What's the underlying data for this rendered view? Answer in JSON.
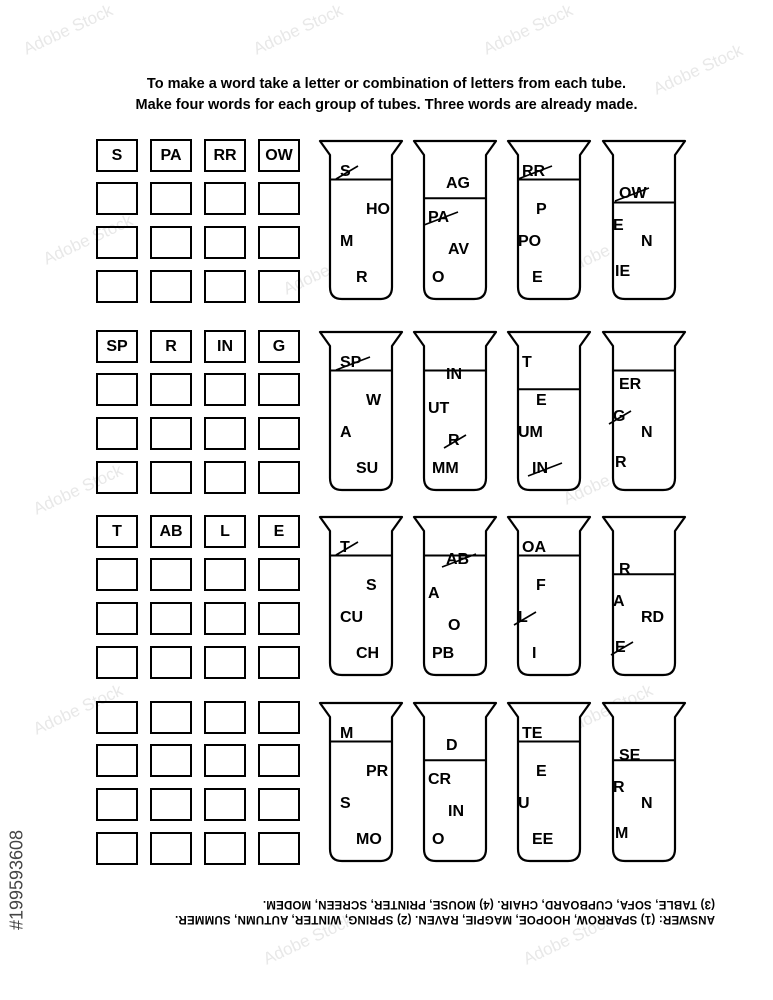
{
  "instructions": {
    "line1": "To make a word take a letter or combination of letters from each tube.",
    "line2": "Make four words for each group of tubes. Three words are already made."
  },
  "groups": [
    {
      "word_cells": [
        [
          "S",
          "PA",
          "RR",
          "OW"
        ],
        [
          "",
          "",
          "",
          ""
        ],
        [
          "",
          "",
          "",
          ""
        ],
        [
          "",
          "",
          "",
          ""
        ]
      ],
      "tubes": [
        {
          "level": 0.17,
          "labels": [
            {
              "t": "S",
              "crossed": true
            },
            {
              "t": "HO"
            },
            {
              "t": "M"
            },
            {
              "t": "R"
            }
          ]
        },
        {
          "level": 0.3,
          "labels": [
            {
              "t": "AG"
            },
            {
              "t": "PA",
              "crossed": true
            },
            {
              "t": "AV"
            },
            {
              "t": "O"
            }
          ]
        },
        {
          "level": 0.17,
          "labels": [
            {
              "t": "RR",
              "crossed": true
            },
            {
              "t": "P"
            },
            {
              "t": "PO"
            },
            {
              "t": "E"
            }
          ]
        },
        {
          "level": 0.33,
          "labels": [
            {
              "t": "OW",
              "crossed": true
            },
            {
              "t": "E"
            },
            {
              "t": "N"
            },
            {
              "t": "IE"
            }
          ]
        }
      ]
    },
    {
      "word_cells": [
        [
          "SP",
          "R",
          "IN",
          "G"
        ],
        [
          "",
          "",
          "",
          ""
        ],
        [
          "",
          "",
          "",
          ""
        ],
        [
          "",
          "",
          "",
          ""
        ]
      ],
      "tubes": [
        {
          "level": 0.17,
          "labels": [
            {
              "t": "SP",
              "crossed": true
            },
            {
              "t": "W"
            },
            {
              "t": "A"
            },
            {
              "t": "SU"
            }
          ]
        },
        {
          "level": 0.17,
          "labels": [
            {
              "t": "IN"
            },
            {
              "t": "UT"
            },
            {
              "t": "R",
              "crossed": true
            },
            {
              "t": "MM"
            }
          ]
        },
        {
          "level": 0.3,
          "labels": [
            {
              "t": "T"
            },
            {
              "t": "E"
            },
            {
              "t": "UM"
            },
            {
              "t": "IN",
              "crossed": true
            }
          ]
        },
        {
          "level": 0.17,
          "labels": [
            {
              "t": "ER"
            },
            {
              "t": "G",
              "crossed": true
            },
            {
              "t": "N"
            },
            {
              "t": "R"
            }
          ]
        }
      ]
    },
    {
      "word_cells": [
        [
          "T",
          "AB",
          "L",
          "E"
        ],
        [
          "",
          "",
          "",
          ""
        ],
        [
          "",
          "",
          "",
          ""
        ],
        [
          "",
          "",
          "",
          ""
        ]
      ],
      "tubes": [
        {
          "level": 0.17,
          "labels": [
            {
              "t": "T",
              "crossed": true
            },
            {
              "t": "S"
            },
            {
              "t": "CU"
            },
            {
              "t": "CH"
            }
          ]
        },
        {
          "level": 0.17,
          "labels": [
            {
              "t": "AB",
              "crossed": true
            },
            {
              "t": "A"
            },
            {
              "t": "O"
            },
            {
              "t": "PB"
            }
          ]
        },
        {
          "level": 0.17,
          "labels": [
            {
              "t": "OA"
            },
            {
              "t": "F"
            },
            {
              "t": "L",
              "crossed": true
            },
            {
              "t": "I"
            }
          ]
        },
        {
          "level": 0.3,
          "labels": [
            {
              "t": "R"
            },
            {
              "t": "A"
            },
            {
              "t": "RD"
            },
            {
              "t": "E",
              "crossed": true
            }
          ]
        }
      ]
    },
    {
      "word_cells": [
        [
          "",
          "",
          "",
          ""
        ],
        [
          "",
          "",
          "",
          ""
        ],
        [
          "",
          "",
          "",
          ""
        ],
        [
          "",
          "",
          "",
          ""
        ]
      ],
      "tubes": [
        {
          "level": 0.17,
          "labels": [
            {
              "t": "M"
            },
            {
              "t": "PR"
            },
            {
              "t": "S"
            },
            {
              "t": "MO"
            }
          ]
        },
        {
          "level": 0.3,
          "labels": [
            {
              "t": "D"
            },
            {
              "t": "CR"
            },
            {
              "t": "IN"
            },
            {
              "t": "O"
            }
          ]
        },
        {
          "level": 0.17,
          "labels": [
            {
              "t": "TE"
            },
            {
              "t": "E"
            },
            {
              "t": "U"
            },
            {
              "t": "EE"
            }
          ]
        },
        {
          "level": 0.3,
          "labels": [
            {
              "t": "SE"
            },
            {
              "t": "R"
            },
            {
              "t": "N"
            },
            {
              "t": "M"
            }
          ]
        }
      ]
    }
  ],
  "answer": {
    "line1": "ANSWER: (1) SPARROW, HOOPOE, MAGPIE, RAVEN. (2) SPRING, WINTER, AUTUMN, SUMMER.",
    "line2": "(3) TABLE, SOFA, CUPBOARD, CHAIR. (4) MOUSE, PRINTER, SCREEN, MODEM."
  },
  "side_id": "#199593608",
  "watermark": "Adobe Stock"
}
